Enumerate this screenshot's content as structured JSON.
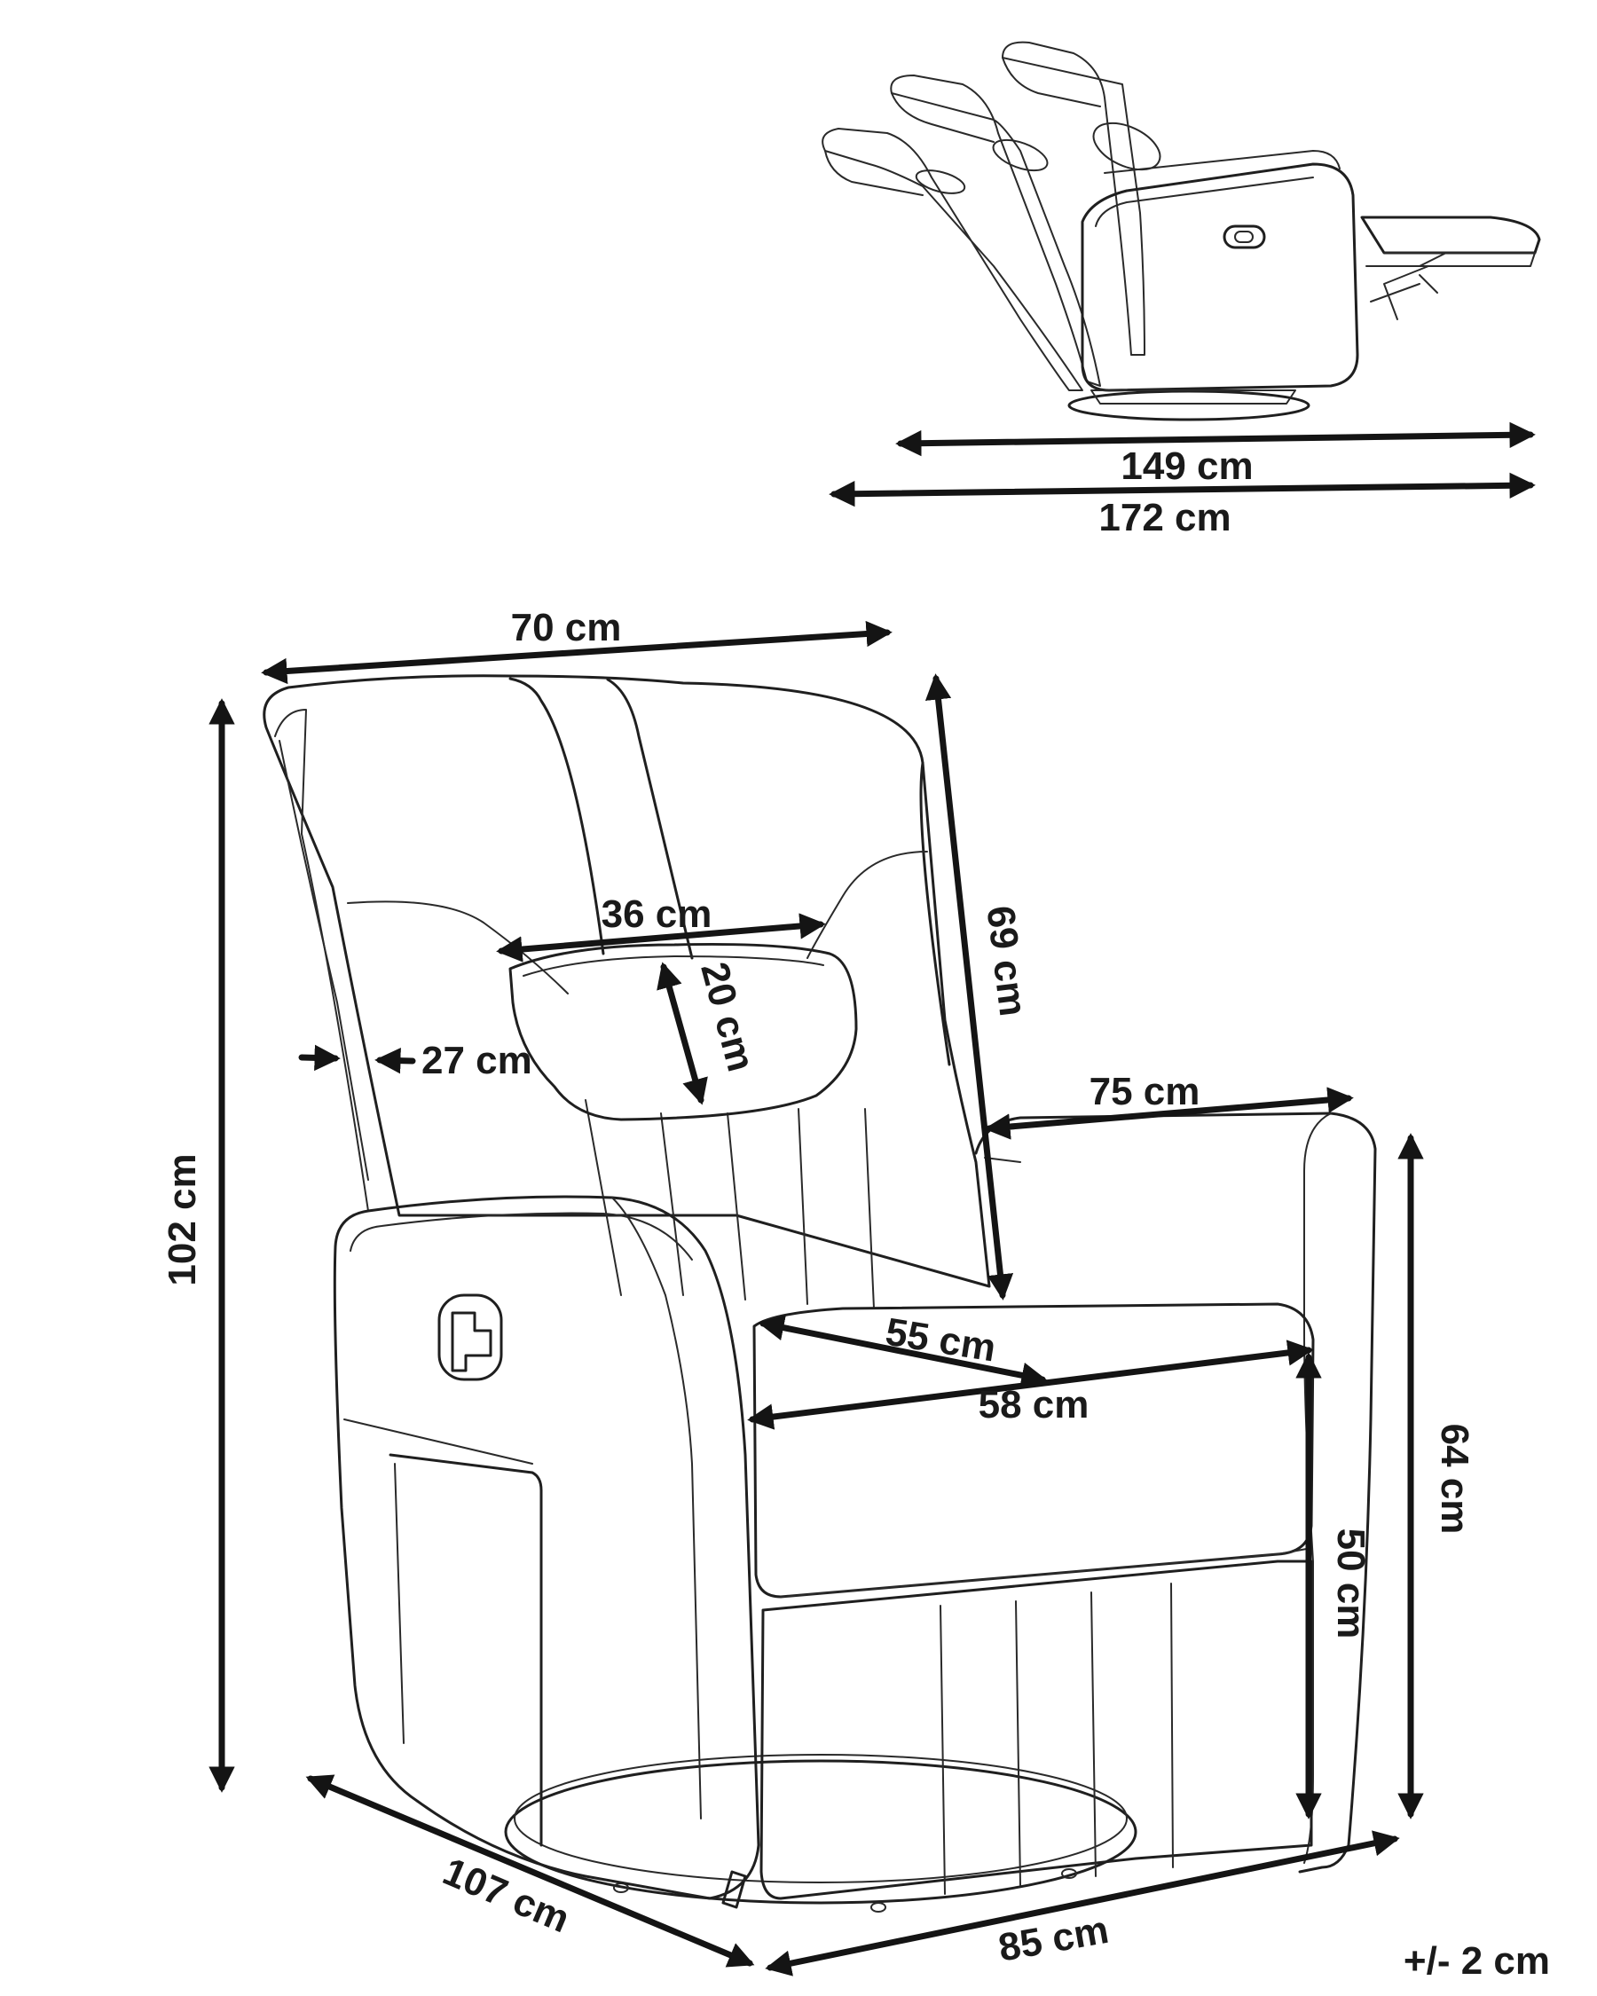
{
  "dimensions": {
    "reclined_length": "149 cm",
    "total_length": "172 cm",
    "top_width": "70 cm",
    "total_height": "102 cm",
    "backrest_height": "69 cm",
    "headrest_width": "36 cm",
    "headrest_height": "20 cm",
    "backrest_depth": "27 cm",
    "depth_top": "75 cm",
    "seat_depth": "55 cm",
    "seat_width": "58 cm",
    "armrest_height": "64 cm",
    "seat_height": "50 cm",
    "side_depth": "107 cm",
    "front_width": "85 cm"
  },
  "tolerance": "+/- 2 cm"
}
